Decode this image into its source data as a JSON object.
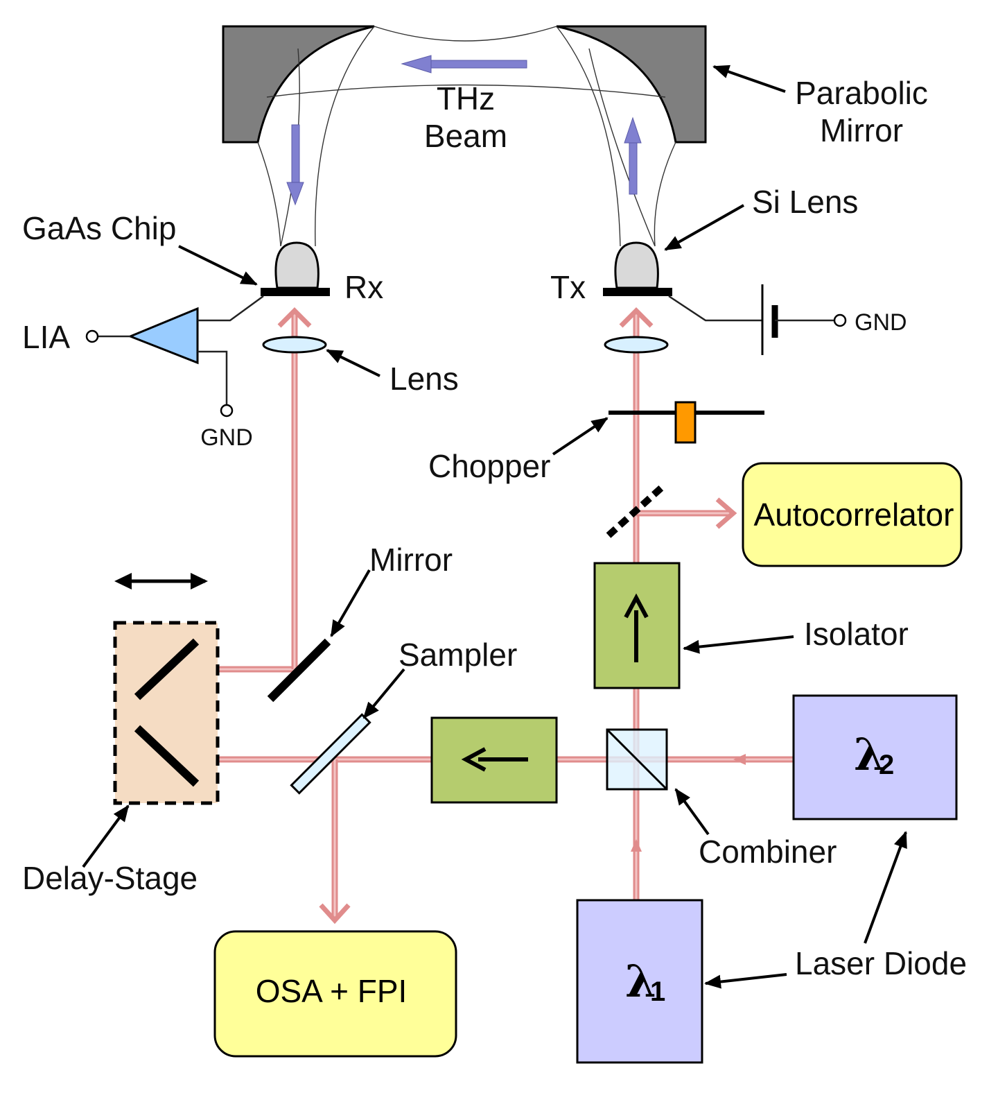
{
  "labels": {
    "thz_beam_line1": "THz",
    "thz_beam_line2": "Beam",
    "parabolic_line1": "Parabolic",
    "parabolic_line2": "Mirror",
    "si_lens": "Si Lens",
    "gaas_chip": "GaAs Chip",
    "rx": "Rx",
    "tx": "Tx",
    "lia": "LIA",
    "gnd_left": "GND",
    "gnd_right": "GND",
    "lens": "Lens",
    "chopper": "Chopper",
    "autocorrelator": "Autocorrelator",
    "mirror": "Mirror",
    "isolator": "Isolator",
    "sampler": "Sampler",
    "lambda2": "λ",
    "lambda2_sub": "2",
    "combiner": "Combiner",
    "delay_stage": "Delay-Stage",
    "laser_diode": "Laser Diode",
    "osa_fpi": "OSA + FPI",
    "lambda1": "λ",
    "lambda1_sub": "1"
  },
  "colors": {
    "optical_beam": "#e08c8c",
    "thz_arrow": "#8080d0",
    "mirror_gray": "#7f7f7f",
    "instrument_yellow": "#ffff99",
    "laser_purple": "#ccccff",
    "isolator_green": "#b5cc6e",
    "delay_stage_tan": "#f5dcc3",
    "amplifier_blue": "#99ccff",
    "chopper_orange": "#ff9900"
  }
}
